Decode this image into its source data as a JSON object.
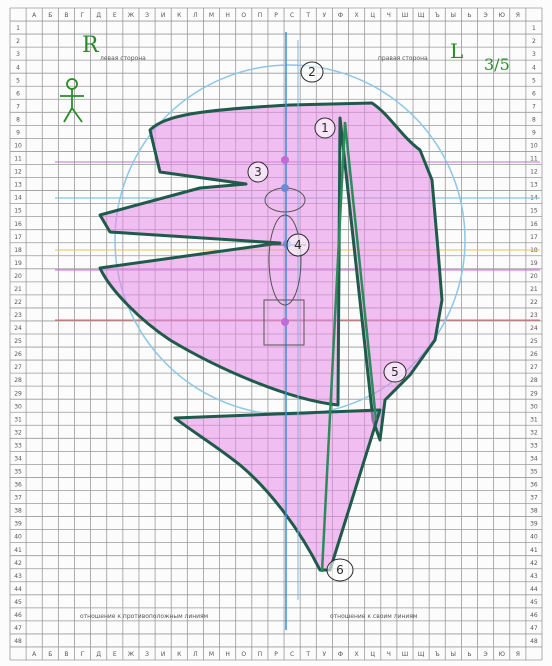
{
  "top_letters": [
    "А",
    "Б",
    "В",
    "Г",
    "Д",
    "Е",
    "Ж",
    "З",
    "И",
    "К",
    "Л",
    "М",
    "Н",
    "О",
    "П",
    "Р",
    "С",
    "Т",
    "У",
    "Ф",
    "Х",
    "Ц",
    "Ч",
    "Ш",
    "Щ",
    "Ъ",
    "Ы",
    "Ь",
    "Э",
    "Ю",
    "Я"
  ],
  "bottom_letters": [
    "А",
    "Б",
    "В",
    "Г",
    "Д",
    "Е",
    "Ж",
    "З",
    "И",
    "К",
    "Л",
    "М",
    "Н",
    "О",
    "П",
    "Р",
    "С",
    "Т",
    "У",
    "Ф",
    "Х",
    "Ц",
    "Ч",
    "Ш",
    "Щ",
    "Ъ",
    "Ы",
    "Ь",
    "Э",
    "Ю",
    "Я"
  ],
  "row_numbers": [
    "1",
    "2",
    "3",
    "4",
    "5",
    "6",
    "7",
    "8",
    "9",
    "10",
    "11",
    "12",
    "13",
    "14",
    "15",
    "16",
    "17",
    "18",
    "19",
    "20",
    "21",
    "22",
    "23",
    "24",
    "25",
    "26",
    "27",
    "28",
    "29",
    "30",
    "31",
    "32",
    "33",
    "34",
    "35",
    "36",
    "37",
    "38",
    "39",
    "40",
    "41",
    "42",
    "43",
    "44",
    "45",
    "46",
    "47",
    "48"
  ],
  "handwriting": {
    "top_left_letter": "R",
    "top_right_mark": "L",
    "top_right_fraction": "3/5"
  },
  "header_labels": {
    "left": "левая сторона",
    "right": "правая сторона"
  },
  "bottom_labels": {
    "left": "отношение к противоположным линиям",
    "right": "отношение к своим линиям"
  },
  "markers": [
    {
      "id": "m1",
      "label": "1"
    },
    {
      "id": "m2",
      "label": "2"
    },
    {
      "id": "m3",
      "label": "3"
    },
    {
      "id": "m4",
      "label": "4"
    },
    {
      "id": "m5",
      "label": "5"
    },
    {
      "id": "m6",
      "label": "6"
    }
  ],
  "colors": {
    "grid": "#9a9a9a",
    "fill": "#e68be6",
    "outline": "#1f5a4a",
    "circle": "#8ec6e6",
    "axis": "#3a8fd6",
    "ink_green": "#2a8a2a"
  }
}
